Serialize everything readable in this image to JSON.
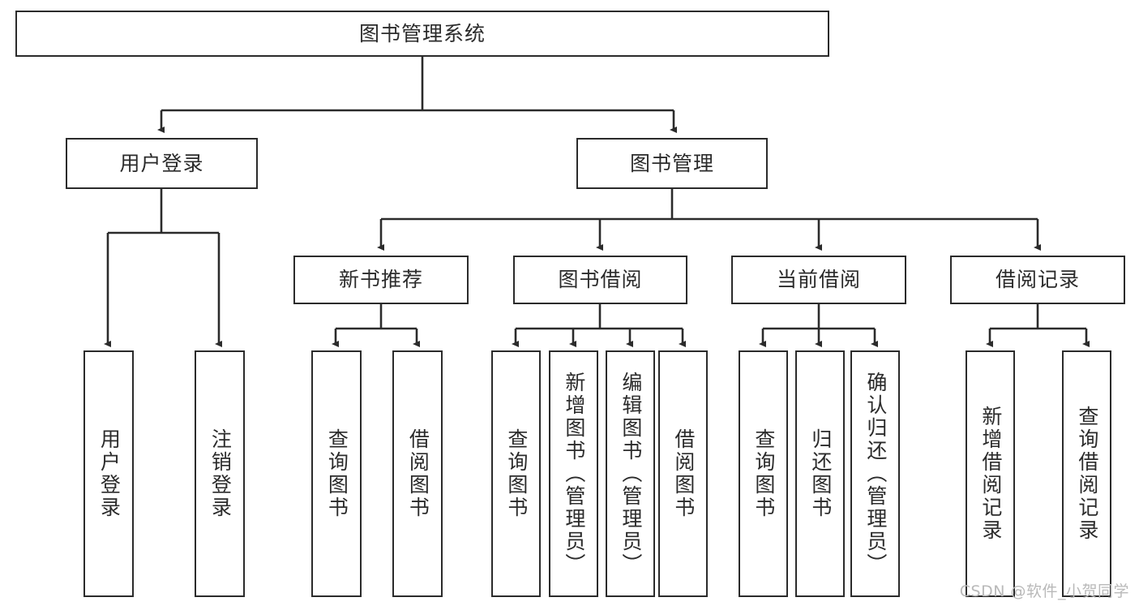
{
  "diagram": {
    "title": "图书管理系统",
    "type": "tree-hierarchy-chart",
    "stroke_color": "#2b2b2b",
    "fill_color": "#ffffff",
    "text_color": "#2b2b2b",
    "watermark": "CSDN @软件_小贺同学",
    "root": {
      "label": "图书管理系统"
    },
    "level2": [
      {
        "label": "用户登录"
      },
      {
        "label": "图书管理"
      }
    ],
    "level3": [
      {
        "label": "新书推荐"
      },
      {
        "label": "图书借阅"
      },
      {
        "label": "当前借阅"
      },
      {
        "label": "借阅记录"
      }
    ],
    "leaves": {
      "user_login": [
        {
          "label": "用户登录"
        },
        {
          "label": "注销登录"
        }
      ],
      "new_book_recommend": [
        {
          "label": "查询图书"
        },
        {
          "label": "借阅图书"
        }
      ],
      "book_borrow": [
        {
          "label": "查询图书"
        },
        {
          "label": "新增图书（管理员）"
        },
        {
          "label": "编辑图书（管理员）"
        },
        {
          "label": "借阅图书"
        }
      ],
      "current_borrow": [
        {
          "label": "查询图书"
        },
        {
          "label": "归还图书"
        },
        {
          "label": "确认归还（管理员）"
        }
      ],
      "borrow_record": [
        {
          "label": "新增借阅记录"
        },
        {
          "label": "查询借阅记录"
        }
      ]
    }
  }
}
